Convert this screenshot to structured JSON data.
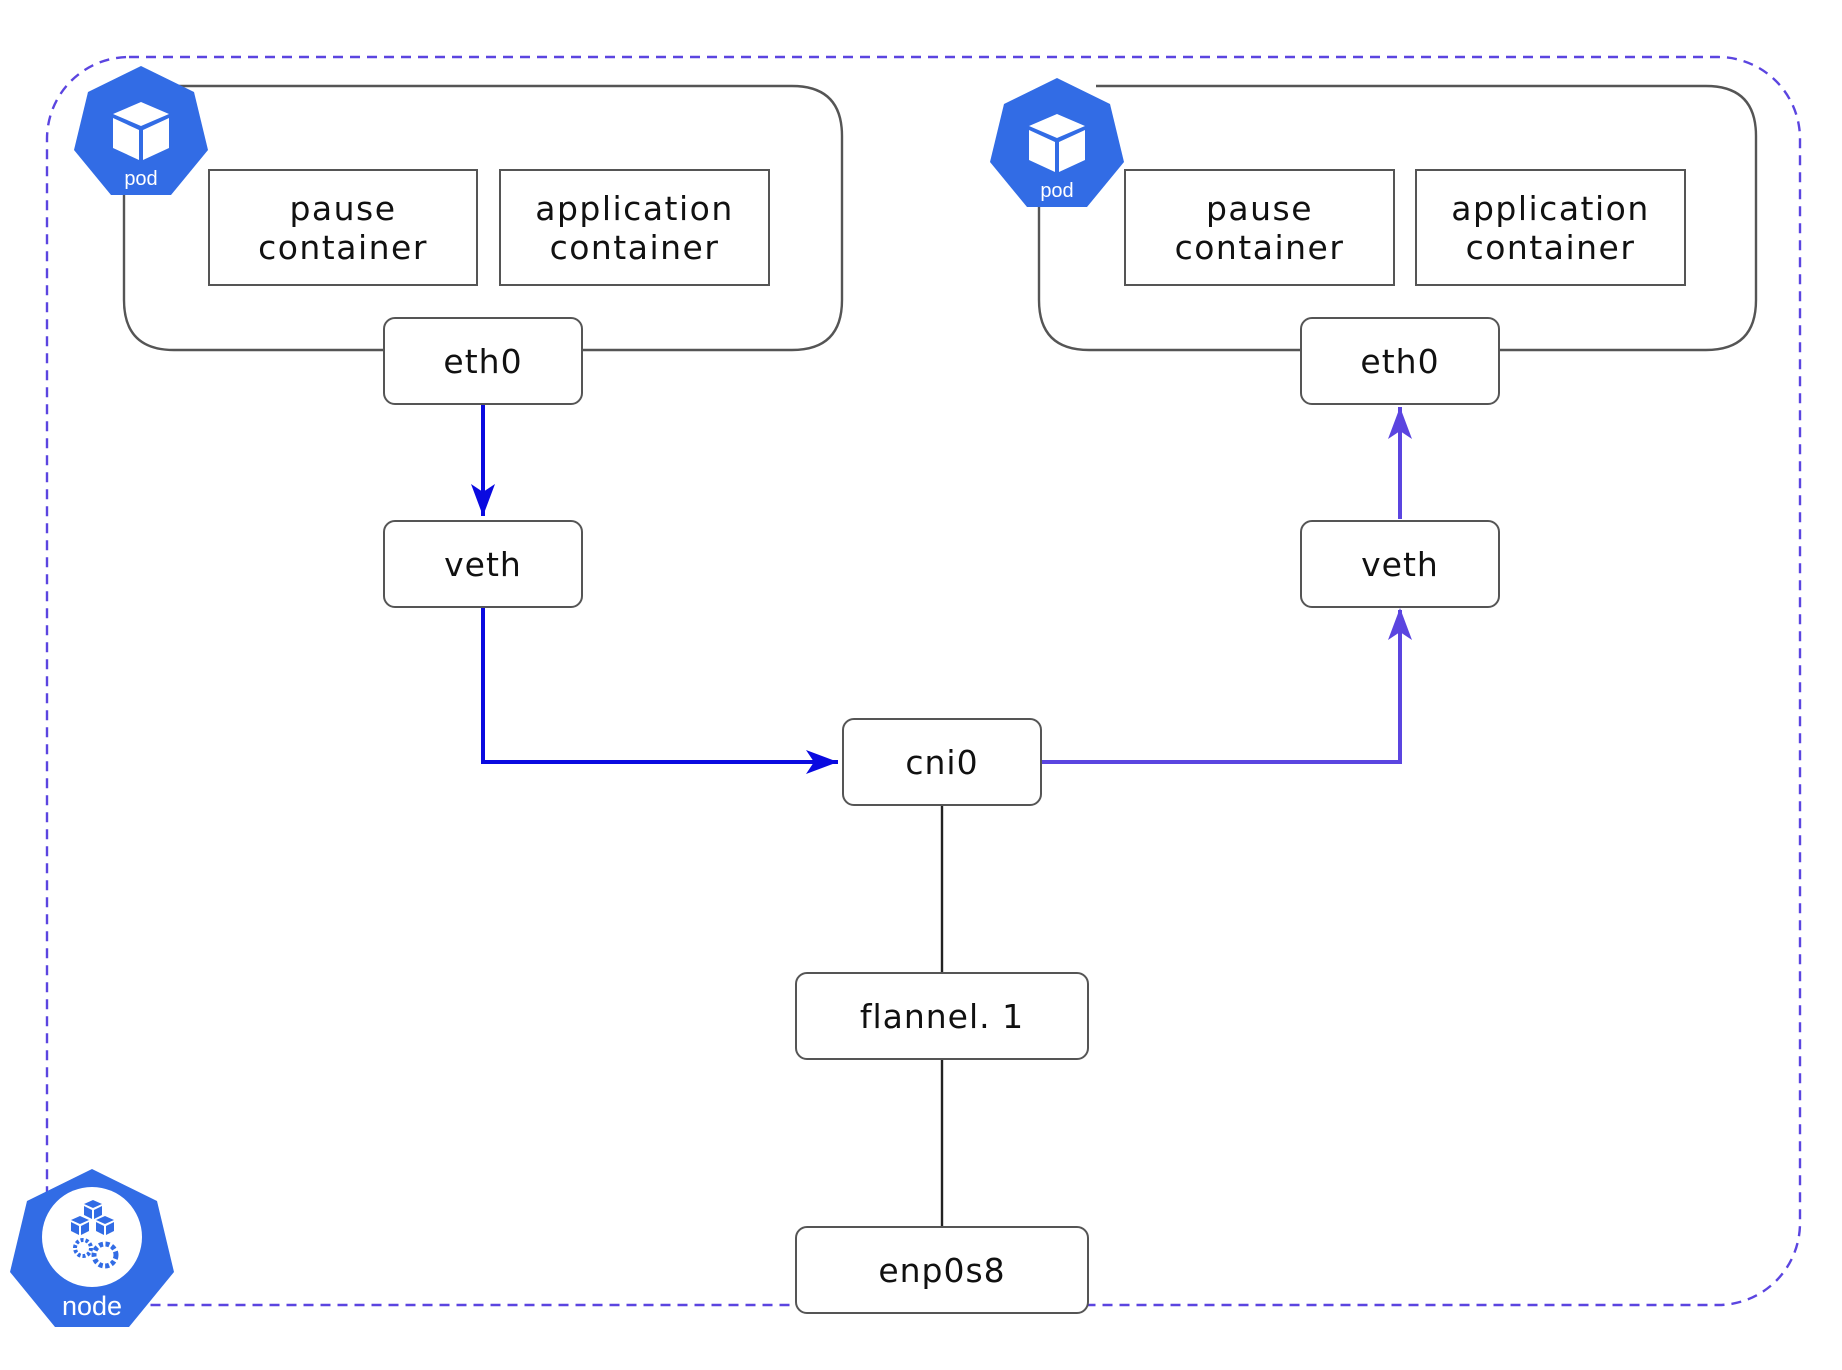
{
  "colors": {
    "node_border": "#5b45e0",
    "badge_blue": "#326ce5",
    "arrow_out": "#0a0ae0",
    "arrow_in": "#5b45e0",
    "box_border": "#555555",
    "line": "#222222"
  },
  "node": {
    "badge_label": "node",
    "badge_icon": "node-gear-cubes-icon"
  },
  "pods": [
    {
      "badge_label": "pod",
      "badge_icon": "pod-cube-icon",
      "pause": {
        "line1": "pause",
        "line2": "container"
      },
      "app": {
        "line1": "application",
        "line2": "container"
      },
      "eth": "eth0",
      "veth": "veth"
    },
    {
      "badge_label": "pod",
      "badge_icon": "pod-cube-icon",
      "pause": {
        "line1": "pause",
        "line2": "container"
      },
      "app": {
        "line1": "application",
        "line2": "container"
      },
      "eth": "eth0",
      "veth": "veth"
    }
  ],
  "bridge": {
    "label": "cni0"
  },
  "flannel": {
    "label": "flannel. 1"
  },
  "nic": {
    "label": "enp0s8"
  }
}
